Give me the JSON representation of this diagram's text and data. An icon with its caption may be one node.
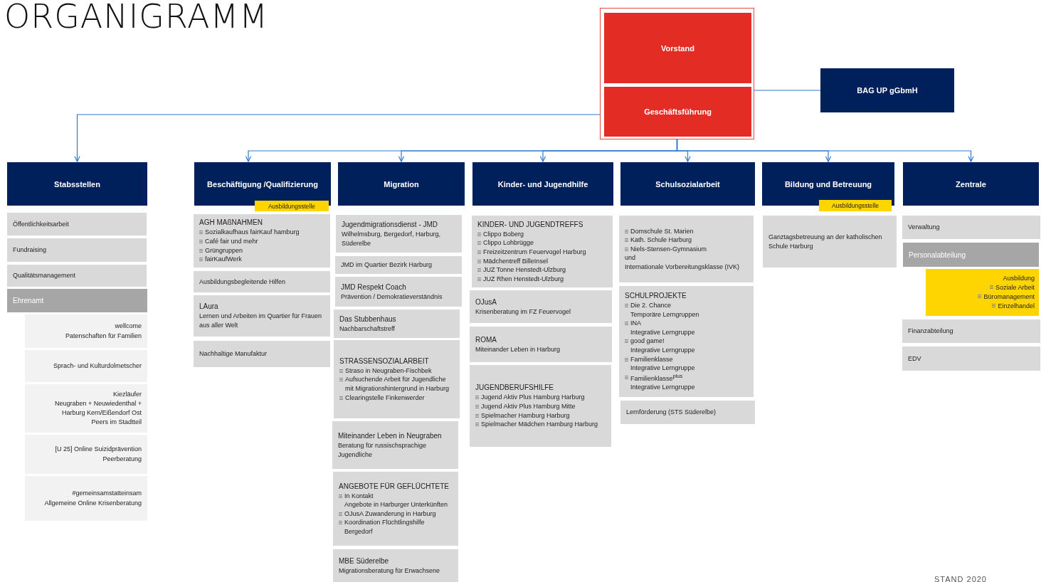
{
  "diagram": {
    "title": "ORGANIGRAMM",
    "nodes": [
      {
        "text": [],
        "shape": "box"
      },
      {
        "text": [
          "Vorstand"
        ],
        "in": 0
      },
      {
        "text": [
          "Geschäftsführung"
        ],
        "in": 0
      },
      {
        "text": [
          "BAG UP gGbmH"
        ]
      },
      {
        "text": [
          "Stabsstellen"
        ]
      },
      {
        "text": [
          "Öffentlichkeitsarbeit"
        ]
      },
      {
        "text": [
          "Fundraising"
        ]
      },
      {
        "text": [
          "Qualitätsmanagement"
        ]
      },
      {
        "text": [
          "Ehrenamt"
        ]
      },
      {
        "text": [
          "wellcome",
          "Patenschaften für Familien"
        ]
      },
      {
        "text": [
          "Sprach- und Kulturdolmetscher"
        ]
      },
      {
        "text": [
          "Kiezläufer",
          "Neugraben + Neuwiedenthal + Harburg Kern/Eißendorf Ost",
          "Peers im Stadtteil"
        ]
      },
      {
        "text": [
          "[U 25] Online Suizidprävention",
          "Peerberatung"
        ]
      },
      {
        "text": [
          "#gemeinsamstatteinsam",
          "Allgemeine Online Krisenberatung"
        ]
      },
      {
        "text": [
          "Beschäftigung /Qualifizierung"
        ]
      },
      {
        "text": [
          "Ausbildungsstelle"
        ]
      },
      {
        "text": [
          "AGH MAßNAHMEN",
          "Sozialkaufhaus fairKauf hamburg",
          "Café fair und mehr",
          "Grüngruppen",
          "fairKaufWerk"
        ]
      },
      {
        "text": [
          "Ausbildungsbegleitende Hilfen"
        ]
      },
      {
        "text": [
          "LAura",
          "Lernen und Arbeiten im Quartier für Frauen aus aller Welt"
        ]
      },
      {
        "text": [
          "Nachhaltige Manufaktur"
        ]
      },
      {
        "text": [
          "Migration"
        ]
      },
      {
        "text": [
          "Jugendmigrationsdienst - JMD",
          "Wilhelmsburg, Bergedorf, Harburg, Süderelbe"
        ]
      },
      {
        "text": [
          "JMD im Quartier Bezirk Harburg"
        ]
      },
      {
        "text": [
          "JMD Respekt Coach",
          "Prävention / Demokratieverständnis"
        ]
      },
      {
        "text": [
          "Das Stubbenhaus",
          "Nachbarschaftstreff"
        ]
      },
      {
        "text": [
          "STRASSENSOZIALARBEIT",
          "Straso in Neugraben-Fischbek",
          "Aufsuchende Arbeit für Jugendliche mit Migrationshintergrund in Harburg",
          "Clearingstelle Finkenwerder"
        ]
      },
      {
        "text": [
          "Miteinander Leben  in Neugraben",
          "Beratung für russischsprachige Jugendliche"
        ]
      },
      {
        "text": [
          "ANGEBOTE FÜR GEFLÜCHTETE",
          "In Kontakt",
          "Angebote in Harburger Unterkünften",
          "OJusA Zuwanderung in Harburg",
          "Koordination Flüchtlingshilfe Bergedorf"
        ]
      },
      {
        "text": [
          "MBE  Süderelbe",
          "Migrationsberatung für Erwachsene"
        ]
      },
      {
        "text": [
          "Kinder- und Jugendhilfe"
        ]
      },
      {
        "text": [
          "KINDER- UND JUGENDTREFFS",
          "Clippo Boberg",
          "Clippo Lohbrügge",
          "Freizeitzentrum Feuervogel Harburg",
          "Mädchentreff BilleInsel",
          "JUZ Tonne Henstedt-Ulzburg",
          "JUZ Rhen Henstedt-Ulzburg"
        ]
      },
      {
        "text": [
          "OJusA",
          "Krisenberatung im  FZ Feuervogel"
        ]
      },
      {
        "text": [
          "ROMA",
          "Miteinander Leben in Harburg"
        ]
      },
      {
        "text": [
          "JUGENDBERUFSHILFE",
          "Jugend Aktiv Plus Hamburg Harburg",
          "Jugend Aktiv Plus Hamburg Mitte",
          "Spielmacher Hamburg Harburg",
          "Spielmacher Mädchen Hamburg Harburg"
        ]
      },
      {
        "text": [
          "Schulsozialarbeit"
        ]
      },
      {
        "text": [
          "Domschule St. Marien",
          "Kath. Schule Harburg",
          "Niels-Stensen-Gymnasium",
          "und",
          "Internationale Vorbereitungsklasse (IVK)"
        ]
      },
      {
        "text": [
          "SCHULPROJEKTE",
          "Die 2. Chance",
          "Temporäre Lerngruppen",
          "INA",
          "Integrative Lerngruppe",
          "good game!",
          "Integrative Lerngruppe",
          "Familienklasse",
          "Integrative Lerngruppe",
          "Familienklasse$^{plus}$",
          "Integrative Lerngruppe"
        ]
      },
      {
        "text": [
          "Lernförderung (STS Süderelbe)"
        ]
      },
      {
        "text": [
          "Bildung und Betreuung"
        ]
      },
      {
        "text": [
          "Ausbildungsstelle"
        ]
      },
      {
        "text": [
          "Ganztagsbetreuung an der katholischen Schule Harburg"
        ]
      },
      {
        "text": [
          "Zentrale"
        ]
      },
      {
        "text": [
          "Verwaltung"
        ]
      },
      {
        "text": [
          "Personalabteilung"
        ]
      },
      {
        "text": [
          "Ausbildung",
          "Soziale Arbeit",
          "Büromanagement",
          "Einzelhandel"
        ]
      },
      {
        "text": [
          "Finanzabteilung"
        ]
      },
      {
        "text": [
          "EDV"
        ]
      }
    ],
    "edges": [
      {
        "from": 0,
        "to": 4,
        "arrow": "to"
      },
      {
        "from": 0,
        "to": 3,
        "arrow": "none"
      },
      {
        "from": 0,
        "to": 14,
        "arrow": "to"
      },
      {
        "from": 0,
        "to": 20,
        "arrow": "to"
      },
      {
        "from": 0,
        "to": 29,
        "arrow": "to"
      },
      {
        "from": 0,
        "to": 34,
        "arrow": "to"
      },
      {
        "from": 0,
        "to": 38,
        "arrow": "to"
      },
      {
        "from": 0,
        "to": 41,
        "arrow": "to"
      }
    ],
    "labels": [
      "STAND 2020"
    ]
  }
}
